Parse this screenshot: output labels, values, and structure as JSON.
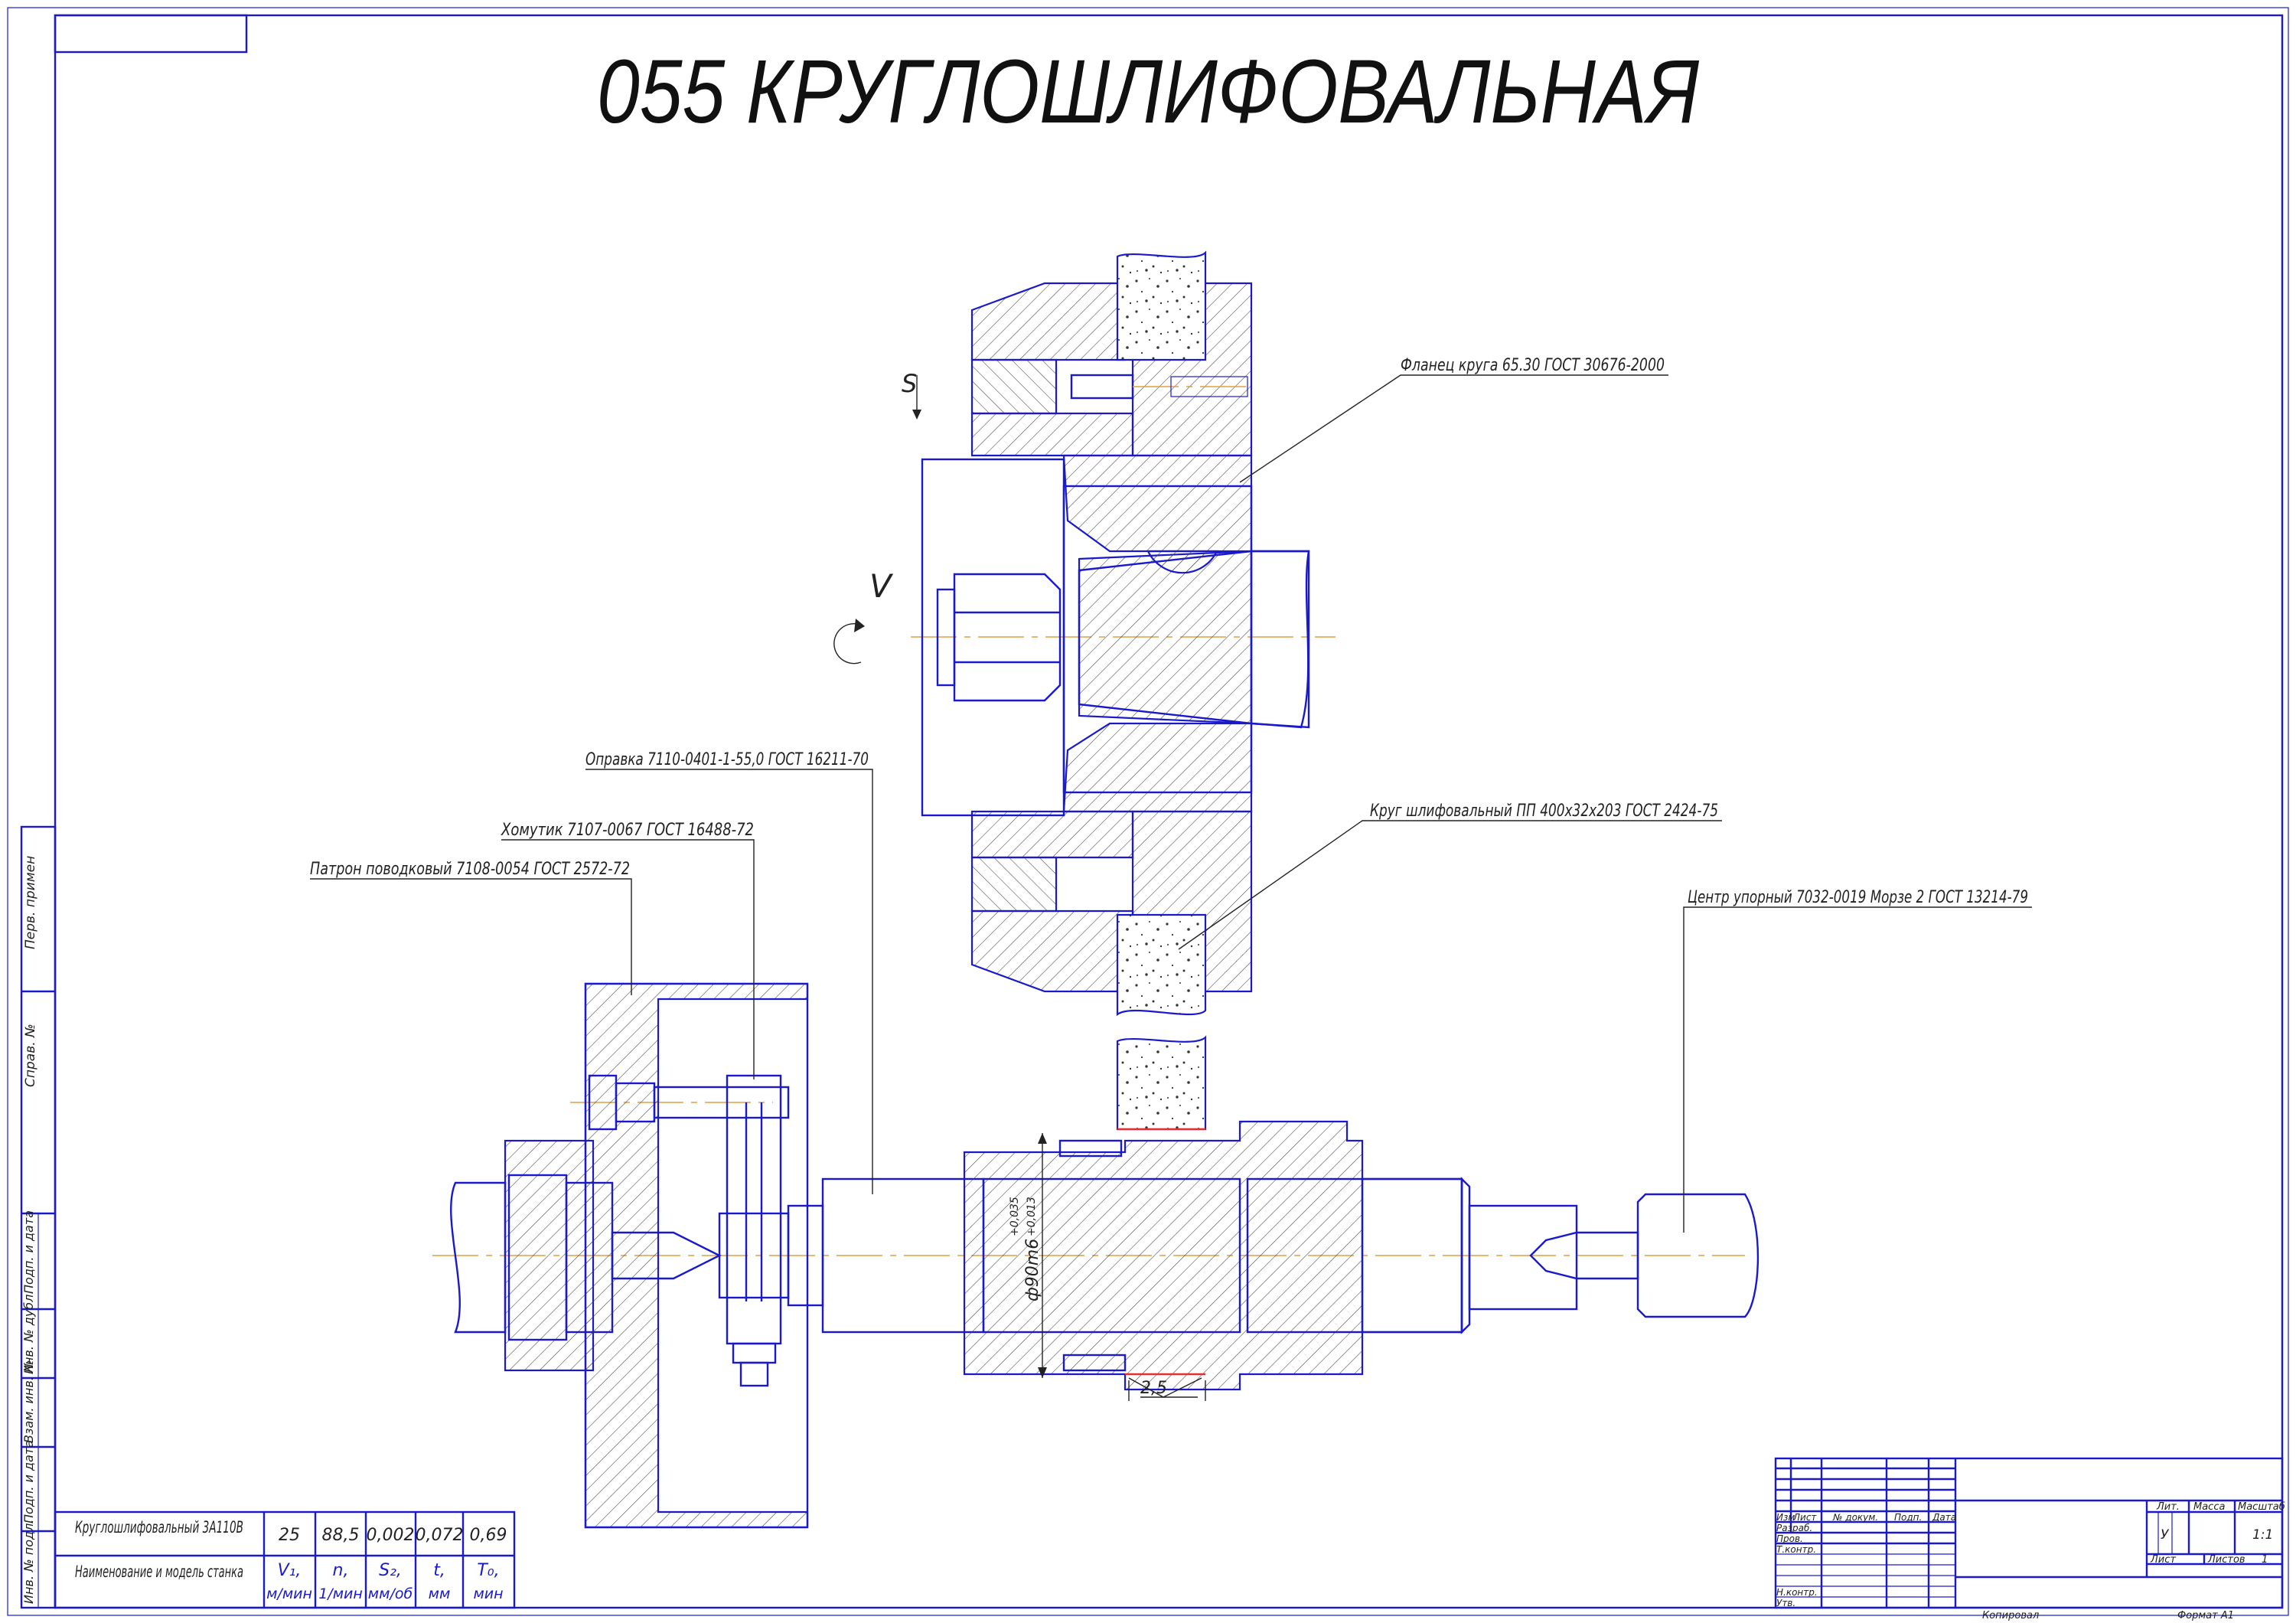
{
  "title": "055 КРУГЛОШЛИФОВАЛЬНАЯ",
  "callouts": {
    "flange": "Фланец круга 65.30 ГОСТ 30676-2000",
    "mandrel": "Оправка 7110-0401-1-55,0 ГОСТ 16211-70",
    "wheel": "Круг шлифовальный ПП 400х32х203 ГОСТ 2424-75",
    "clamp": "Хомутик 7107-0067 ГОСТ 16488-72",
    "chuck": "Патрон поводковый 7108-0054 ГОСТ 2572-72",
    "center": "Центр упорный 7032-0019 Морзе 2 ГОСТ 13214-79"
  },
  "symbols": {
    "feed": "S",
    "speed": "V",
    "diameter": "ф90m6",
    "tol_upper": "+0,035",
    "tol_lower": "+0,013",
    "surface_len": "2,5"
  },
  "side_stamps": [
    "Перв. примен",
    "Справ. №",
    "Подп. и дата",
    "Инв. № дубл.",
    "Взам. инв. №",
    "Подп. и дата",
    "Инв. № подл."
  ],
  "mode_table": {
    "machine_name": "Круглошлифовальный 3А110В",
    "machine_header": "Наименование и модель станка",
    "values": [
      "25",
      "88,5",
      "0,002",
      "0,072",
      "0,69"
    ],
    "params": [
      "V₁,",
      "n,",
      "S₂,",
      "t,",
      "T₀,"
    ],
    "units": [
      "м/мин",
      "1/мин",
      "мм/об",
      "мм",
      "мин"
    ]
  },
  "title_block": {
    "cols": [
      "Изм",
      "Лист",
      "№ докум.",
      "Подп.",
      "Дата"
    ],
    "rows": [
      "Разраб.",
      "Пров.",
      "Т.контр.",
      "",
      "Н.контр.",
      "Утв."
    ],
    "lit_label": "Лит.",
    "mass_label": "Масса",
    "scale_label": "Масштаб",
    "lit_value": "У",
    "scale_value": "1:1",
    "sheet_label": "Лист",
    "sheets_label": "Листов",
    "sheets_value": "1",
    "copied": "Копировал",
    "format": "Формат   А1"
  }
}
